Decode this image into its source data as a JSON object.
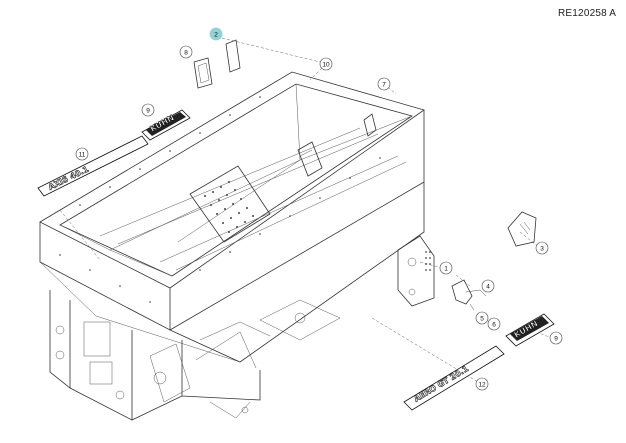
{
  "reference": "RE120258  A",
  "callouts": [
    {
      "id": "c2",
      "label": "2",
      "highlight": true
    },
    {
      "id": "c8",
      "label": "8"
    },
    {
      "id": "c10",
      "label": "10"
    },
    {
      "id": "c7",
      "label": "7"
    },
    {
      "id": "c9a",
      "label": "9"
    },
    {
      "id": "c11",
      "label": "11"
    },
    {
      "id": "c3",
      "label": "3"
    },
    {
      "id": "c1",
      "label": "1"
    },
    {
      "id": "c4",
      "label": "4"
    },
    {
      "id": "c5",
      "label": "5"
    },
    {
      "id": "c6",
      "label": "6"
    },
    {
      "id": "c9b",
      "label": "9"
    },
    {
      "id": "c12",
      "label": "12"
    }
  ],
  "decals": {
    "kuhn_small": "KUHN",
    "kuhn_large": "KUHN",
    "model_left": "AXIS 40.1",
    "model_right": "AERO GT 20.1"
  },
  "colors": {
    "highlight": "#8fd3d6",
    "line": "#333333"
  }
}
